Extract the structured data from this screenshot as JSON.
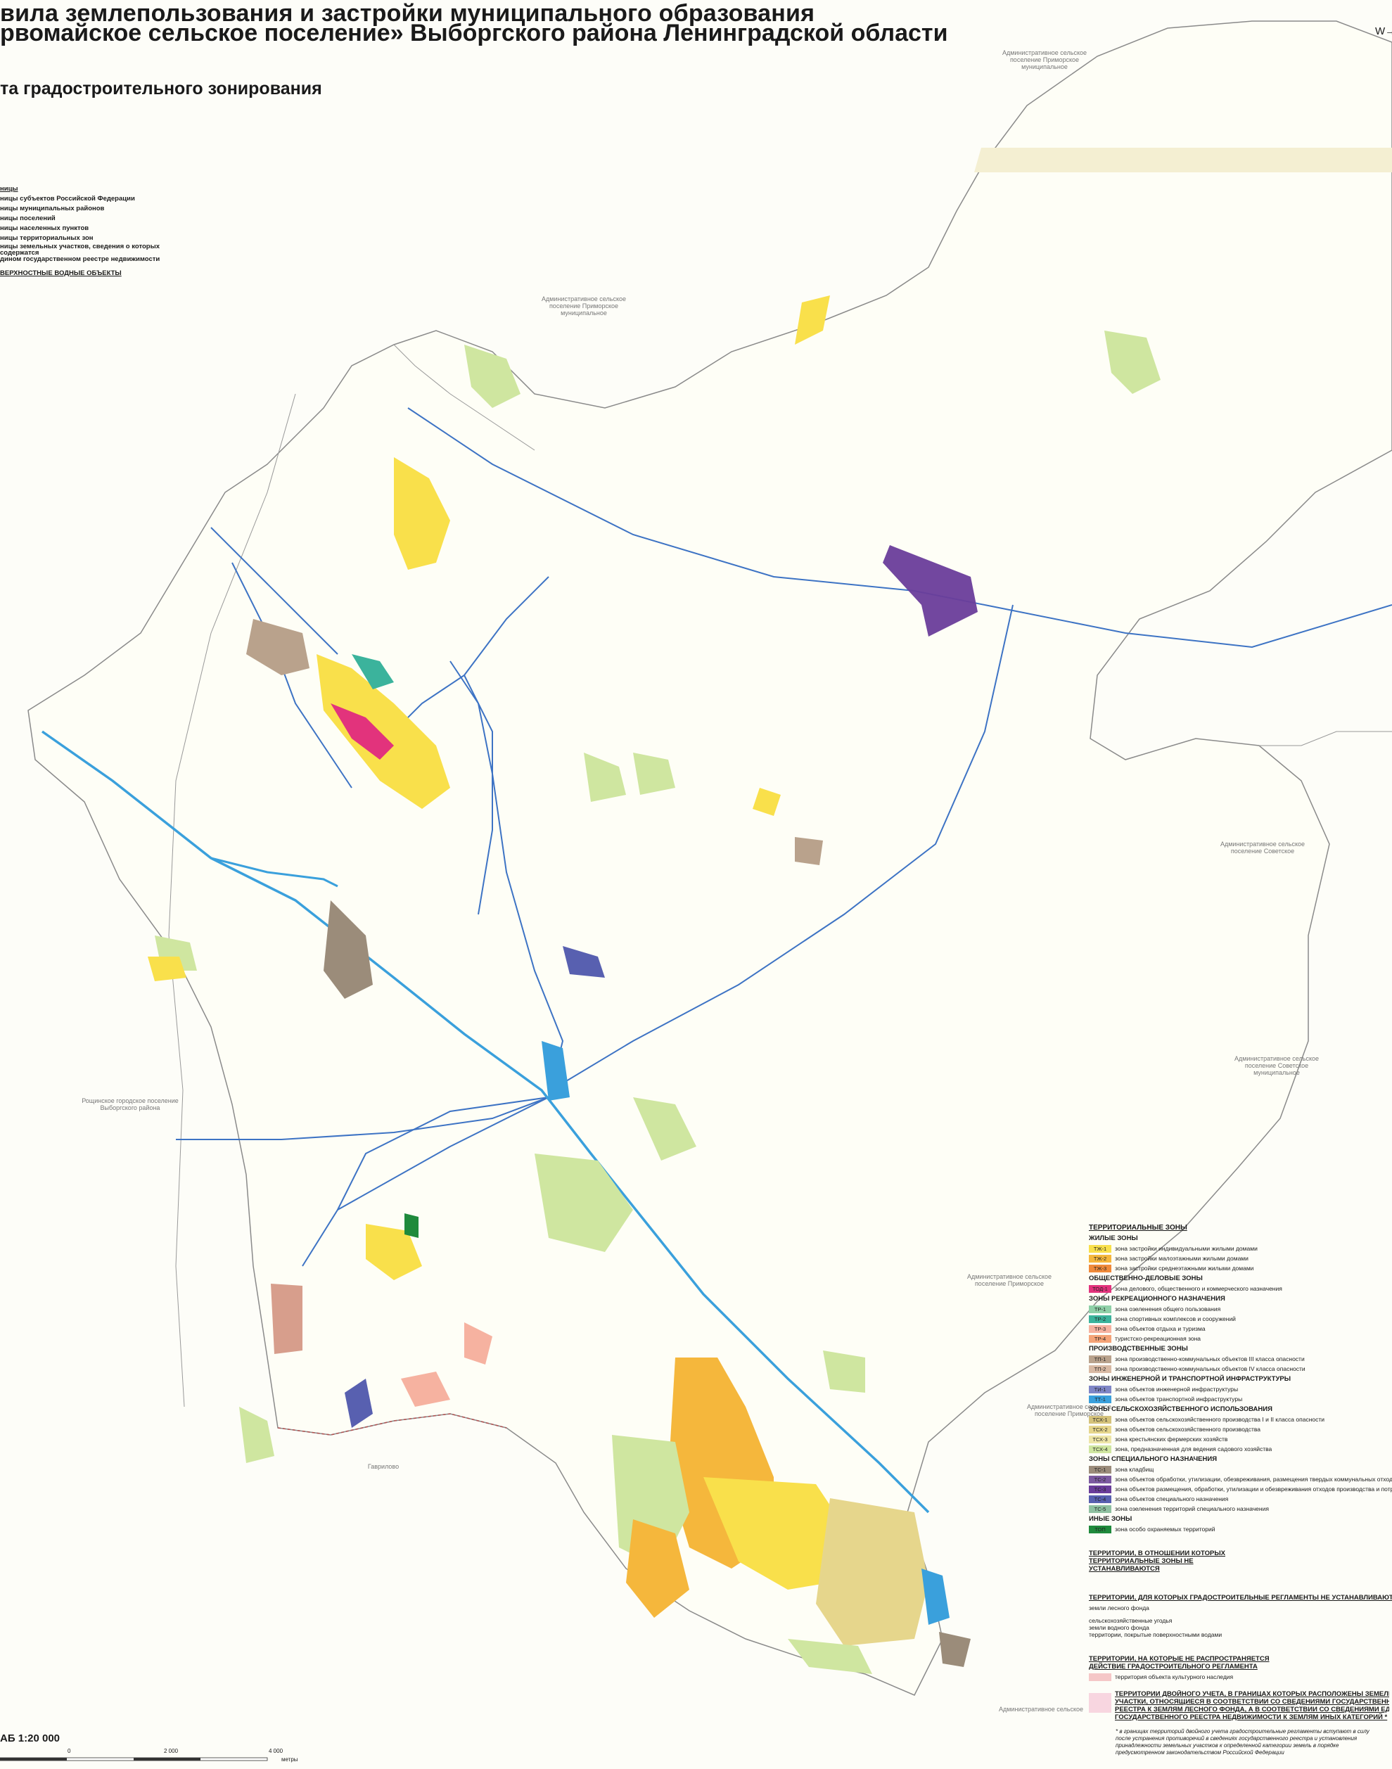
{
  "title": {
    "line1": "вила землепользования и застройки муниципального образования",
    "line2": "рвомайское сельское поселение» Выборгского района Ленинградской области",
    "subtitle": "та градостроительного зонирования"
  },
  "compass": "W→",
  "borders_legend": {
    "header": "ницы",
    "items": [
      "ницы субъектов Российской Федерации",
      "ницы муниципальных районов",
      "ницы поселений",
      "ницы населенных пунктов",
      "ницы территориальных зон",
      "ницы земельных участков, сведения о которых содержатся",
      "дином государственном реестре недвижимости"
    ],
    "water": "ВЕРХНОСТНЫЕ ВОДНЫЕ ОБЪЕКТЫ"
  },
  "area_labels": [
    "Административное сельское поселение Приморское муниципальное",
    "Административное сельское поселение Приморское муниципальное",
    "Административное сельское поселение Советское",
    "Административное сельское поселение Советское муниципальное",
    "Рощинское городское поселение Выборгского района",
    "Административное сельское поселение Приморское",
    "Административное сельское поселение Приморское",
    "Административное сельское",
    "Гаврилово"
  ],
  "legend": {
    "header": "ТЕРРИТОРИАЛЬНЫЕ ЗОНЫ",
    "groups": [
      {
        "title": "ЖИЛЫЕ ЗОНЫ",
        "items": [
          {
            "code": "ТЖ-1",
            "label": "зона застройки индивидуальными жилыми домами",
            "color": "#f9e04b"
          },
          {
            "code": "ТЖ-2",
            "label": "зона застройки малоэтажными жилыми домами",
            "color": "#f5b73c"
          },
          {
            "code": "ТЖ-3",
            "label": "зона застройки среднеэтажными жилыми домами",
            "color": "#f08a3a"
          }
        ]
      },
      {
        "title": "ОБЩЕСТВЕННО-ДЕЛОВЫЕ ЗОНЫ",
        "items": [
          {
            "code": "ТОД-1",
            "label": "зона делового, общественного и коммерческого назначения",
            "color": "#e2337c"
          }
        ]
      },
      {
        "title": "ЗОНЫ РЕКРЕАЦИОННОГО НАЗНАЧЕНИЯ",
        "items": [
          {
            "code": "ТР-1",
            "label": "зона озеленения общего пользования",
            "color": "#8fd0a8"
          },
          {
            "code": "ТР-2",
            "label": "зона спортивных комплексов и сооружений",
            "color": "#3bb39c"
          },
          {
            "code": "ТР-3",
            "label": "зона объектов отдыха и туризма",
            "color": "#f6b2a0"
          },
          {
            "code": "ТР-4",
            "label": "туристско-рекреационная зона",
            "color": "#f5a377"
          }
        ]
      },
      {
        "title": "ПРОИЗВОДСТВЕННЫЕ ЗОНЫ",
        "items": [
          {
            "code": "ТП-1",
            "label": "зона производственно-коммунальных объектов III класса опасности",
            "color": "#b9a28c"
          },
          {
            "code": "ТП-2",
            "label": "зона производственно-коммунальных объектов IV класса опасности",
            "color": "#d8b9a3"
          }
        ]
      },
      {
        "title": "ЗОНЫ ИНЖЕНЕРНОЙ И ТРАНСПОРТНОЙ ИНФРАСТРУКТУРЫ",
        "items": [
          {
            "code": "ТИ-1",
            "label": "зона объектов инженерной инфраструктуры",
            "color": "#7f86c6"
          },
          {
            "code": "ТТ-1",
            "label": "зона объектов транспортной инфраструктуры",
            "color": "#3aa0dc"
          }
        ]
      },
      {
        "title": "ЗОНЫ СЕЛЬСКОХОЗЯЙСТВЕННОГО ИСПОЛЬЗОВАНИЯ",
        "items": [
          {
            "code": "ТСХ-1",
            "label": "зона объектов сельскохозяйственного производства I и II класса опасности",
            "color": "#d4c27a"
          },
          {
            "code": "ТСХ-2",
            "label": "зона объектов сельскохозяйственного производства",
            "color": "#e6d68c"
          },
          {
            "code": "ТСХ-3",
            "label": "зона крестьянских фермерских хозяйств",
            "color": "#eee6a8"
          },
          {
            "code": "ТСХ-4",
            "label": "зона, предназначенная для ведения садового хозяйства",
            "color": "#cfe6a0"
          }
        ]
      },
      {
        "title": "ЗОНЫ СПЕЦИАЛЬНОГО НАЗНАЧЕНИЯ",
        "items": [
          {
            "code": "ТС-1",
            "label": "зона кладбищ",
            "color": "#9b8c7a"
          },
          {
            "code": "ТС-2",
            "label": "зона объектов обработки, утилизации, обезвреживания, размещения твердых коммунальных отходов",
            "color": "#7c5aa0"
          },
          {
            "code": "ТС-3",
            "label": "зона объектов размещения, обработки, утилизации и обезвреживания отходов производства и потребления",
            "color": "#6a3d9a"
          },
          {
            "code": "ТС-4",
            "label": "зона объектов специального назначения",
            "color": "#5860b0"
          },
          {
            "code": "ТС-5",
            "label": "зона озеленения территорий специального назначения",
            "color": "#8ec0a0"
          }
        ]
      },
      {
        "title": "ИНЫЕ ЗОНЫ",
        "items": [
          {
            "code": "ТОП",
            "label": "зона особо охраняемых территорий",
            "color": "#1f8a3c"
          }
        ]
      }
    ],
    "not_established": "ТЕРРИТОРИИ, В ОТНОШЕНИИ КОТОРЫХ ТЕРРИТОРИАЛЬНЫЕ ЗОНЫ НЕ УСТАНАВЛИВАЮТСЯ",
    "no_regulations": {
      "title": "ТЕРРИТОРИИ, ДЛЯ КОТОРЫХ ГРАДОСТРОИТЕЛЬНЫЕ РЕГЛАМЕНТЫ НЕ УСТАНАВЛИВАЮТСЯ",
      "items": [
        "земли лесного фонда",
        "сельскохозяйственные угодья",
        "земли водного фонда",
        "территории, покрытые поверхностными водами"
      ]
    },
    "not_applicable": {
      "title1": "ТЕРРИТОРИИ, НА КОТОРЫЕ НЕ РАСПРОСТРАНЯЕТСЯ",
      "title2": "ДЕЙСТВИЕ ГРАДОСТРОИТЕЛЬНОГО РЕГЛАМЕНТА",
      "item": "территория объекта культурного наследия",
      "color": "#f5c7c7"
    },
    "double_account": {
      "lines": [
        "ТЕРРИТОРИИ ДВОЙНОГО УЧЕТА, В ГРАНИЦАХ КОТОРЫХ РАСПОЛОЖЕНЫ ЗЕМЕЛЬНЫЕ",
        "УЧАСТКИ, ОТНОСЯЩИЕСЯ В СООТВЕТСТВИИ СО СВЕДЕНИЯМИ ГОСУДАРСТВЕННОГО ЛЕ",
        "РЕЕСТРА К ЗЕМЛЯМ ЛЕСНОГО ФОНДА, А В СООТВЕТСТВИИ СО СВЕДЕНИЯМИ ЕДИНОГО",
        "ГОСУДАРСТВЕННОГО РЕЕСТРА НЕДВИЖИМОСТИ К ЗЕМЛЯМ ИНЫХ КАТЕГОРИЙ *"
      ],
      "color": "#f8d6e0"
    },
    "footnote": [
      "* в границах территорий двойного учета градостроительные регламенты вступают в силу",
      "после устранения противоречий в сведениях государственного реестра и установления",
      "принадлежности земельных участков к определенной категории земель в порядке",
      "предусмотренном законодательством Российской Федерации"
    ]
  },
  "scale": {
    "title": "АБ  1:20 000",
    "ticks": [
      "0",
      "2 000",
      "4 000"
    ],
    "unit": "метры"
  },
  "colors": {
    "boundary": "#8a8a8a",
    "road": "#3d73c4",
    "river": "#3aa0dc",
    "district_boundary": "#b05050"
  }
}
